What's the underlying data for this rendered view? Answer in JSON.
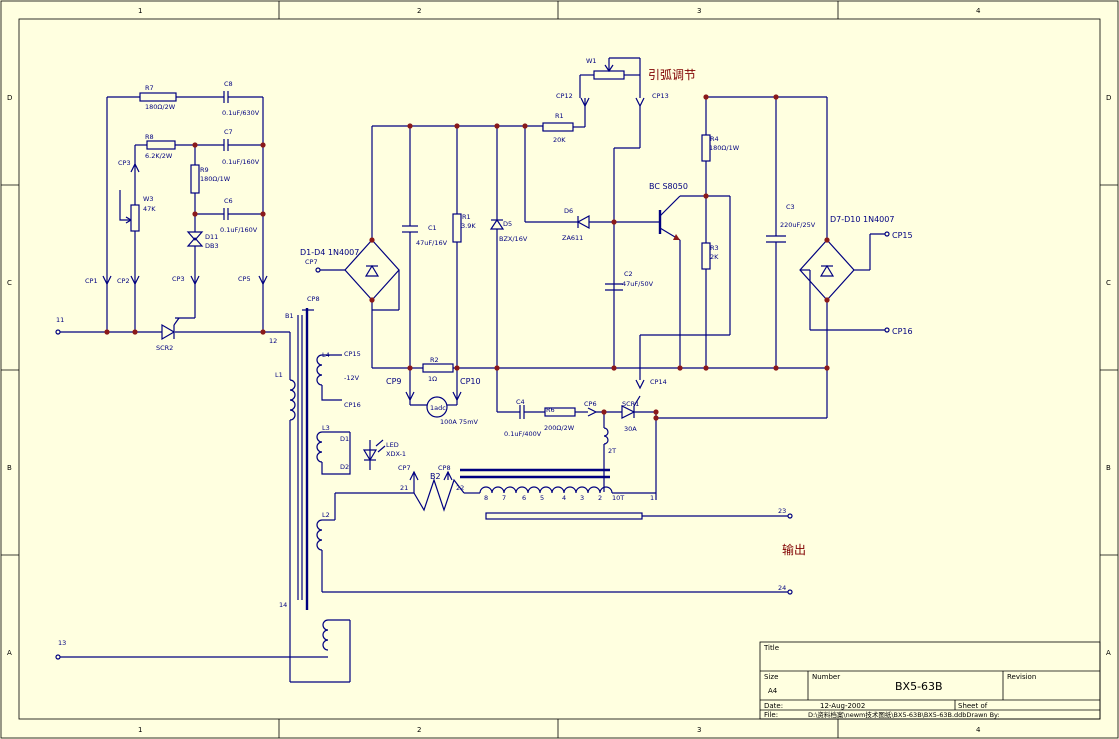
{
  "zones": {
    "columns": [
      "1",
      "2",
      "3",
      "4"
    ],
    "rows": [
      "D",
      "C",
      "B",
      "A"
    ]
  },
  "annotations": {
    "arc_adjust": "引弧调节",
    "output": "输出",
    "bridge_left": "D1-D4 1N4007",
    "bridge_right": "D7-D10 1N4007",
    "transistor": "BC S8050",
    "minus12v": "-12V",
    "led": "LED",
    "led_part": "XDX-1"
  },
  "components": {
    "R7": "R7",
    "R7v": "180Ω/2W",
    "C8": "C8",
    "C8v": "0.1uF/630V",
    "R8": "R8",
    "R8v": "6.2K/2W",
    "C7": "C7",
    "C7v": "0.1uF/160V",
    "R9": "R9",
    "R9v": "180Ω/1W",
    "W3": "W3",
    "W3v": "47K",
    "C6": "C6",
    "C6v": "0.1uF/160V",
    "D11": "D11",
    "D11v": "DB3",
    "SCR2": "SCR2",
    "W1": "W1",
    "R1": "R1",
    "R1v": "20K",
    "C1": "C1",
    "C1v": "47uF/16V",
    "R1b": "R1",
    "R1bv": "3.9K",
    "D5": "D5",
    "D5v": "BZX/16V",
    "D6": "D6",
    "D6v": "ZA611",
    "C2": "C2",
    "C2v": "47uF/50V",
    "R4": "R4",
    "R4v": "180Ω/1W",
    "R3": "R3",
    "R3v": "2K",
    "C3": "C3",
    "C3v": "220uF/25V",
    "R2": "R2",
    "R2v": "1Ω",
    "meter": "1adc",
    "meterv": "100A 75mV",
    "C4": "C4",
    "C4v": "0.1uF/400V",
    "R6": "R6",
    "R6v": "200Ω/2W",
    "SCR1": "SCR1",
    "SCR1v": "30A",
    "B1": "B1",
    "B2": "B2",
    "L1": "L1",
    "L2": "L2",
    "L3": "L3",
    "L4": "L4",
    "D1": "D1",
    "D2": "D2",
    "T2": "2T",
    "T10": "10T"
  },
  "connectors": {
    "CP1": "CP1",
    "CP2": "CP2",
    "CP3": "CP3",
    "CP3b": "CP3",
    "CP5": "CP5",
    "CP7": "CP7",
    "CP8": "CP8",
    "CP9": "CP9",
    "CP10": "CP10",
    "CP12": "CP12",
    "CP13": "CP13",
    "CP14": "CP14",
    "CP15": "CP15",
    "CP16": "CP16",
    "CP15b": "CP15",
    "CP16b": "CP16",
    "CP6": "CP6",
    "CP7b": "CP7",
    "CP8b": "CP8"
  },
  "pins": {
    "p11": "11",
    "p12": "12",
    "p13": "13",
    "p14": "14",
    "p21": "21",
    "p22": "22",
    "p23": "23",
    "p24": "24",
    "p1": "1",
    "p2": "2",
    "p3": "3",
    "p4": "4",
    "p5": "5",
    "p6": "6",
    "p7": "7",
    "p8": "8"
  },
  "title_block": {
    "title_label": "Title",
    "size_label": "Size",
    "size_value": "A4",
    "number_label": "Number",
    "number_value": "BX5-63B",
    "revision_label": "Revision",
    "date_label": "Date:",
    "date_value": "12-Aug-2002",
    "sheet_label": "Sheet    of",
    "file_label": "File:",
    "file_value": "D:\\资料档案\\newm技术图纸\\BX5-63B\\BX5-63B.ddbDrawn By:"
  },
  "colors": {
    "background": "#ffffe0",
    "wire": "#000080",
    "junction": "#8b1a1a",
    "chinese_text": "#800000"
  }
}
